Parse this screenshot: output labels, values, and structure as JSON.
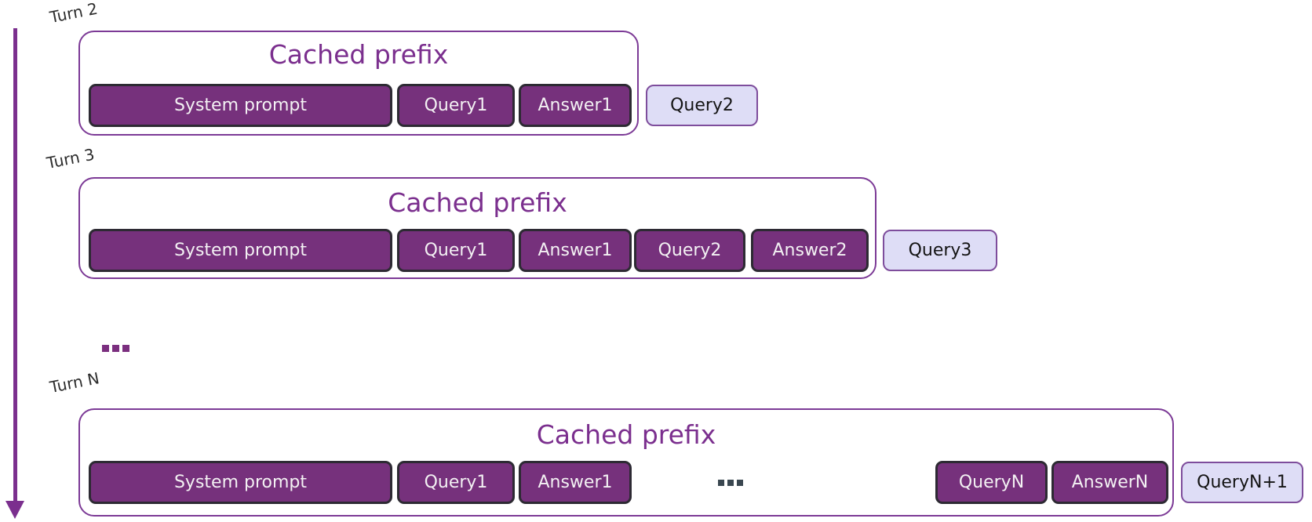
{
  "diagram": {
    "rows": [
      {
        "turn": "Turn 2",
        "cache_title": "Cached prefix",
        "cached": [
          "System prompt",
          "Query1",
          "Answer1"
        ],
        "next_query": "Query2"
      },
      {
        "turn": "Turn 3",
        "cache_title": "Cached prefix",
        "cached": [
          "System prompt",
          "Query1",
          "Answer1",
          "Query2",
          "Answer2"
        ],
        "next_query": "Query3"
      },
      {
        "turn": "Turn N",
        "cache_title": "Cached prefix",
        "cached_left": [
          "System prompt",
          "Query1",
          "Answer1"
        ],
        "inner_ellipsis": "...",
        "cached_right": [
          "QueryN",
          "AnswerN"
        ],
        "next_query": "QueryN+1"
      }
    ],
    "between_rows_ellipsis": "...",
    "colors": {
      "cached_box_fill": "#76317c",
      "cached_box_border": "#2d2a33",
      "cached_box_text": "#f3f1f3",
      "container_border": "#7c3a96",
      "title_text": "#7b2f8e",
      "next_query_fill": "#deddf6",
      "next_query_border": "#7e4d9c",
      "next_query_text": "#141414",
      "arrow": "#7b2f8e",
      "turn_label_text": "#2d2d2d",
      "between_ellipsis_color": "#7b2f7f",
      "inner_ellipsis_color": "#3a4750"
    }
  }
}
